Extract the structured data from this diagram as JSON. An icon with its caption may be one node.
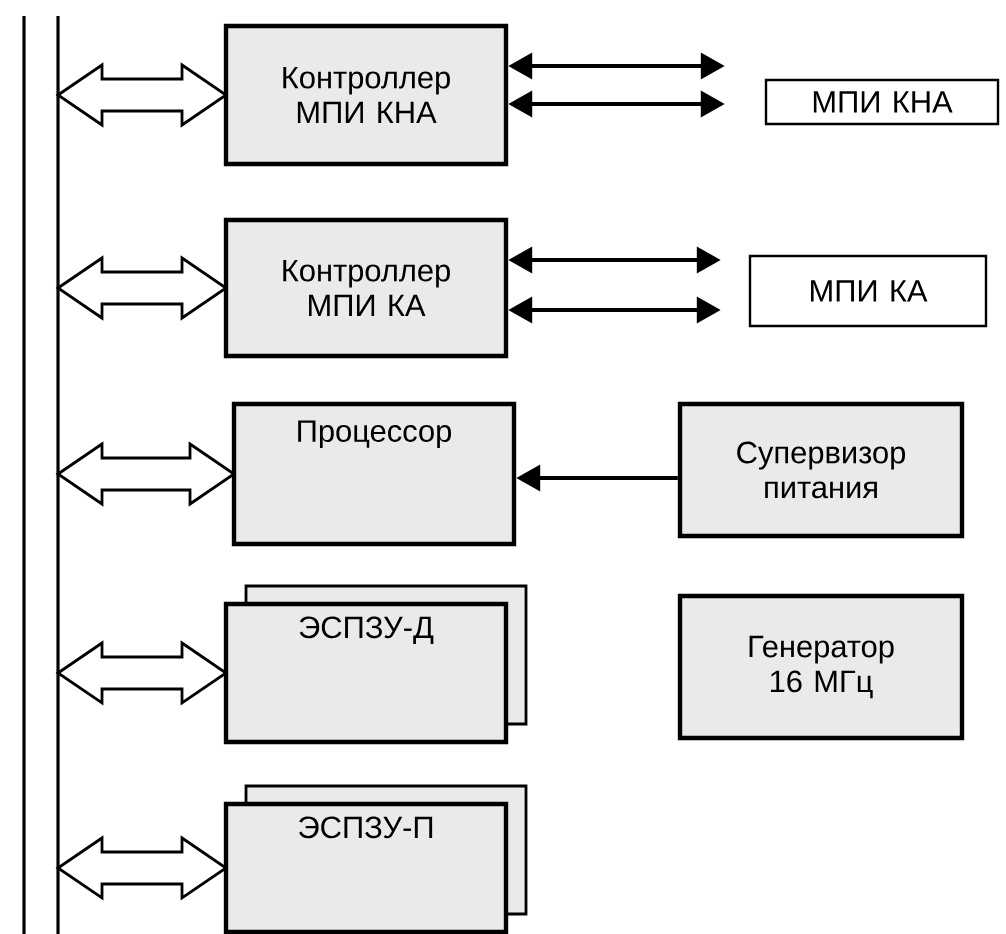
{
  "diagram": {
    "nodes": [
      {
        "text": [],
        "shape": "bar"
      },
      {
        "text": [
          "Контроллер МПИ КНА"
        ]
      },
      {
        "text": [
          "МПИ КНА"
        ]
      },
      {
        "text": [
          "Контроллер МПИ КА"
        ]
      },
      {
        "text": [
          "МПИ КА"
        ]
      },
      {
        "text": [
          "Процессор"
        ]
      },
      {
        "text": [
          "Супервизор питания"
        ]
      },
      {
        "text": [
          "ЭСПЗУ-Д"
        ]
      },
      {
        "text": [
          "Генератор 16 МГц"
        ]
      },
      {
        "text": [
          "ЭСПЗУ-П"
        ]
      }
    ],
    "edges": [
      {
        "from": 0,
        "to": 1,
        "arrow": "both",
        "style": "thick"
      },
      {
        "from": 1,
        "to": 2,
        "arrow": "both"
      },
      {
        "from": 1,
        "to": 2,
        "arrow": "both"
      },
      {
        "from": 0,
        "to": 3,
        "arrow": "both",
        "style": "thick"
      },
      {
        "from": 3,
        "to": 4,
        "arrow": "both"
      },
      {
        "from": 3,
        "to": 4,
        "arrow": "both"
      },
      {
        "from": 0,
        "to": 5,
        "arrow": "both",
        "style": "thick"
      },
      {
        "from": 6,
        "to": 5,
        "arrow": "to"
      },
      {
        "from": 0,
        "to": 7,
        "arrow": "both",
        "style": "thick"
      },
      {
        "from": 0,
        "to": 9,
        "arrow": "both",
        "style": "thick"
      }
    ]
  }
}
